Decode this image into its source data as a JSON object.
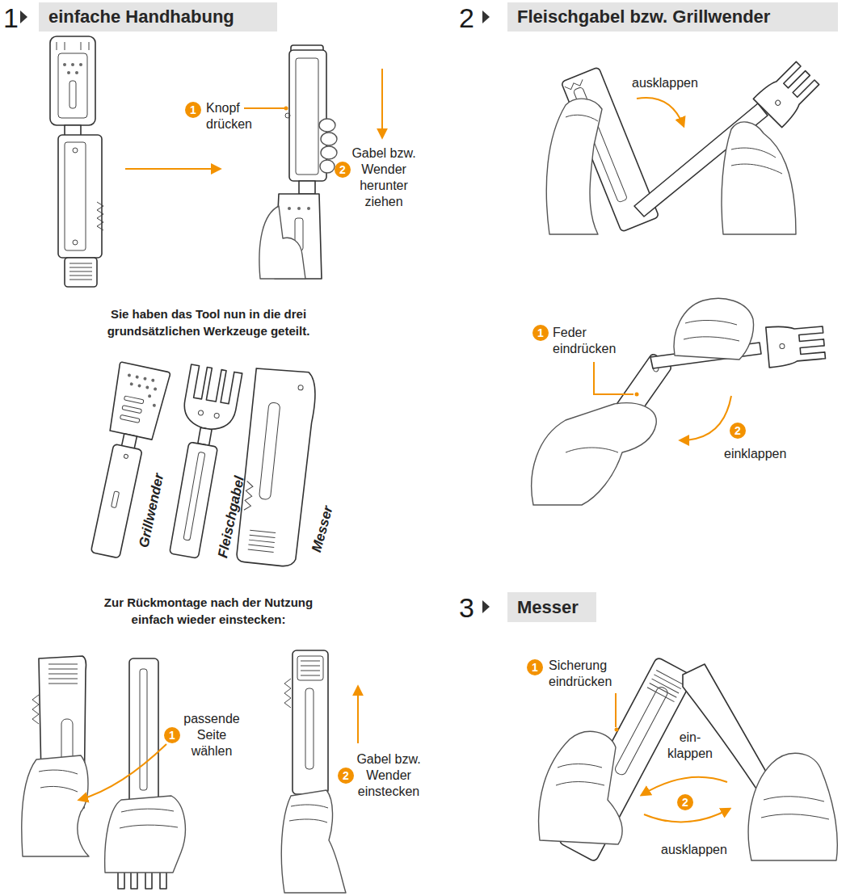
{
  "diagram": {
    "nodes": [
      {
        "text": [
          "einfache Handhabung"
        ]
      },
      {
        "text": [
          "Fleischgabel bzw. Grillwender"
        ]
      },
      {
        "text": [
          "Messer"
        ]
      }
    ],
    "labels": [
      "1",
      "1",
      "Knopf drücken",
      "Gabel bzw. Wender herunter ziehen",
      "2",
      "Sie haben das Tool nun in die drei grundsätzlichen Werkzeuge geteilt.",
      "Grillwender",
      "Fleischgabel",
      "Messer",
      "Zur Rückmontage nach der Nutzung einfach wieder einstecken:",
      "passende Seite wählen",
      "1",
      "Gabel bzw. Wender einstecken",
      "2",
      "2",
      "ausklappen",
      "1",
      "Feder eindrücken",
      "einklappen",
      "2",
      "3",
      "1",
      "Sicherung eindrücken",
      "ein- klappen",
      "2",
      "ausklappen"
    ]
  }
}
